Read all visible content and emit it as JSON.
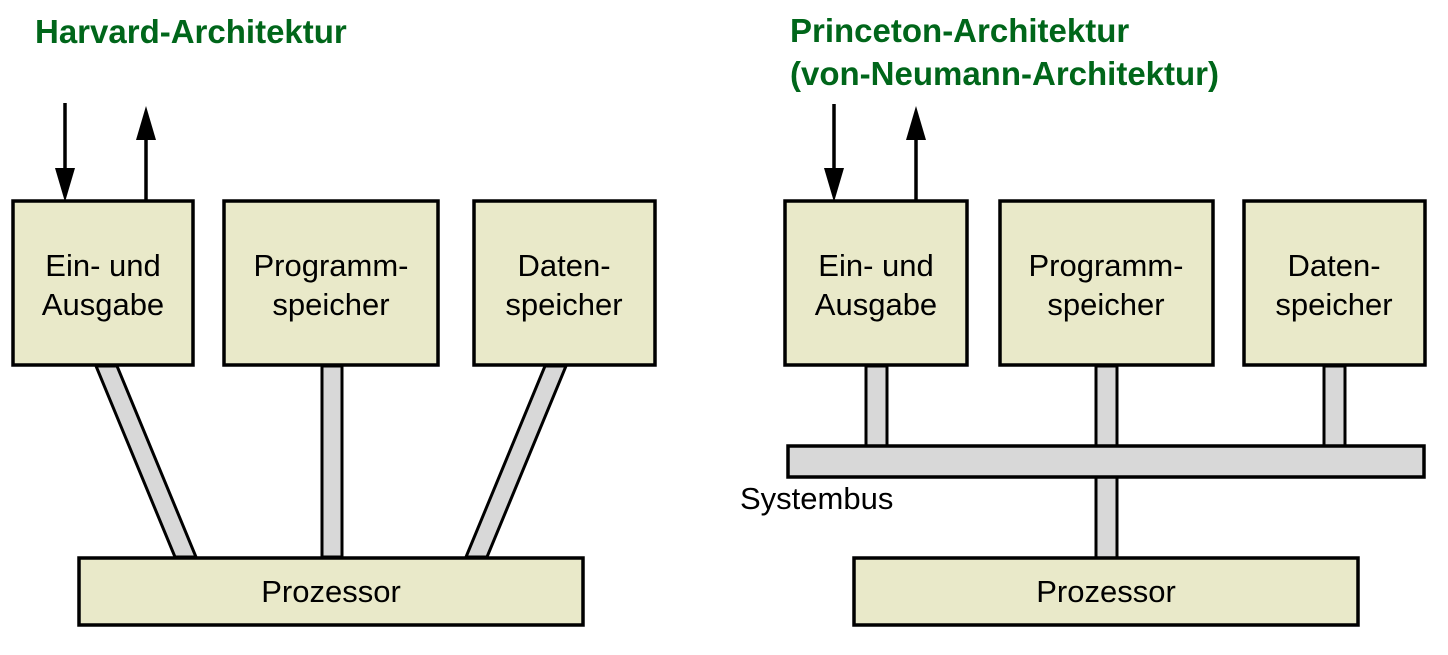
{
  "figure": {
    "kind": "block-diagram",
    "background_color": "#ffffff",
    "title_color": "#00661a",
    "box_fill_color": "#e9e9c9",
    "box_stroke_color": "#000000",
    "bus_fill_color": "#d8d8d8",
    "label_color": "#000000"
  },
  "panels": [
    {
      "id": "harvard",
      "title_lines": [
        "Harvard-Architektur"
      ],
      "blocks": [
        {
          "id": "io",
          "label_lines": [
            "Ein- und",
            "Ausgabe"
          ]
        },
        {
          "id": "program-memory",
          "label_lines": [
            "Programm-",
            "speicher"
          ]
        },
        {
          "id": "data-memory",
          "label_lines": [
            "Daten-",
            "speicher"
          ]
        }
      ],
      "processor": {
        "id": "processor",
        "label": "Prozessor"
      },
      "bus": null,
      "external_arrows": [
        {
          "id": "input-arrow",
          "direction": "down",
          "target": "io"
        },
        {
          "id": "output-arrow",
          "direction": "up",
          "source": "io"
        }
      ],
      "connections": [
        {
          "from": "io",
          "to": "processor",
          "style": "dedicated-bus"
        },
        {
          "from": "program-memory",
          "to": "processor",
          "style": "dedicated-bus"
        },
        {
          "from": "data-memory",
          "to": "processor",
          "style": "dedicated-bus"
        }
      ]
    },
    {
      "id": "princeton",
      "title_lines": [
        "Princeton-Architektur",
        "(von-Neumann-Architektur)"
      ],
      "blocks": [
        {
          "id": "io",
          "label_lines": [
            "Ein- und",
            "Ausgabe"
          ]
        },
        {
          "id": "program-memory",
          "label_lines": [
            "Programm-",
            "speicher"
          ]
        },
        {
          "id": "data-memory",
          "label_lines": [
            "Daten-",
            "speicher"
          ]
        }
      ],
      "processor": {
        "id": "processor",
        "label": "Prozessor"
      },
      "bus": {
        "id": "system-bus",
        "label": "Systembus"
      },
      "external_arrows": [
        {
          "id": "input-arrow",
          "direction": "down",
          "target": "io"
        },
        {
          "id": "output-arrow",
          "direction": "up",
          "source": "io"
        }
      ],
      "connections": [
        {
          "from": "io",
          "to": "system-bus",
          "style": "stub"
        },
        {
          "from": "program-memory",
          "to": "system-bus",
          "style": "stub"
        },
        {
          "from": "data-memory",
          "to": "system-bus",
          "style": "stub"
        },
        {
          "from": "system-bus",
          "to": "processor",
          "style": "stub"
        }
      ]
    }
  ],
  "text": {
    "harvard_title": "Harvard-Architektur",
    "princeton_title_line1": "Princeton-Architektur",
    "princeton_title_line2": "(von-Neumann-Architektur)",
    "io_line1": "Ein- und",
    "io_line2": "Ausgabe",
    "progmem_line1": "Programm-",
    "progmem_line2": "speicher",
    "datamem_line1": "Daten-",
    "datamem_line2": "speicher",
    "processor_label": "Prozessor",
    "systembus_label": "Systembus"
  }
}
